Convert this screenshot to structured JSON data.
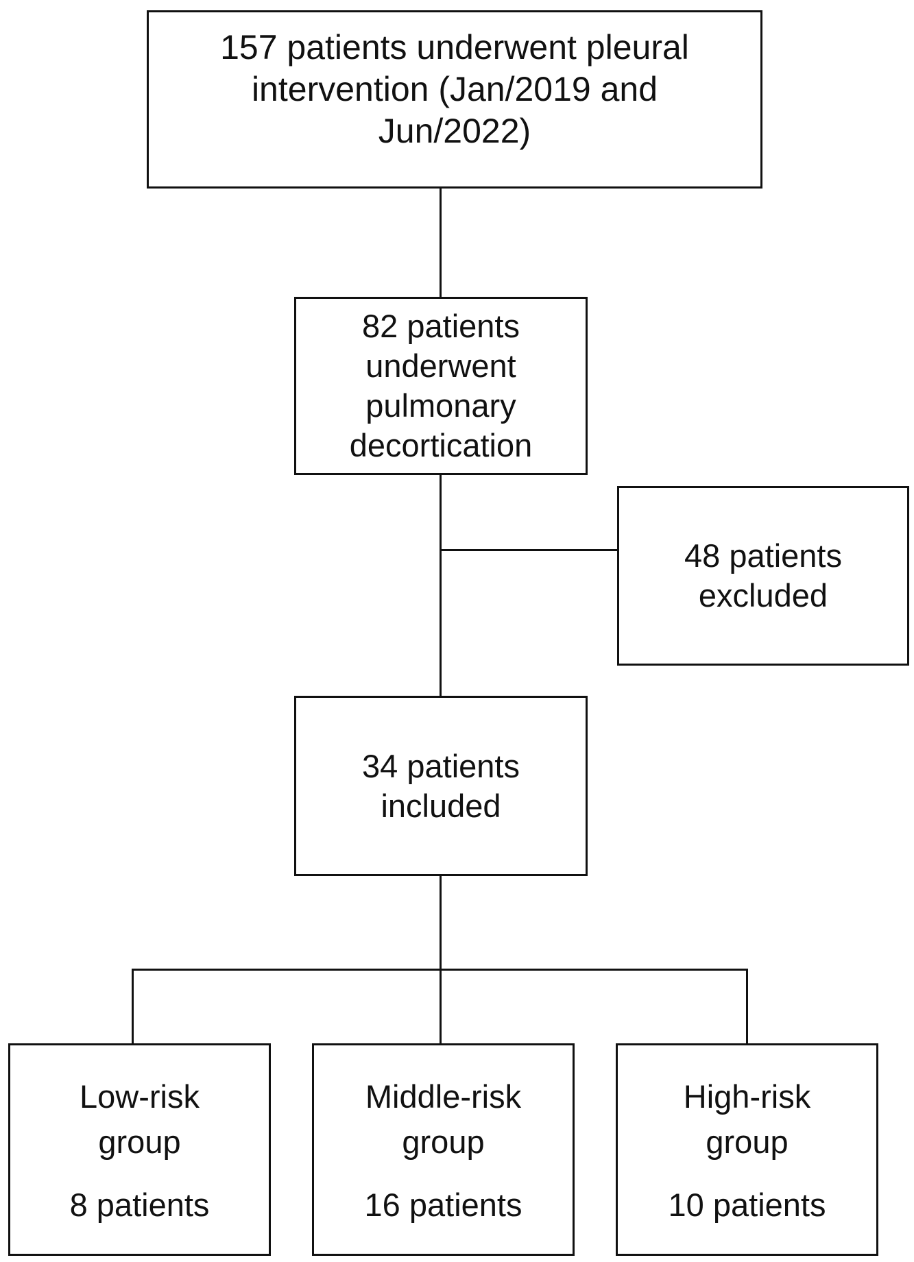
{
  "flowchart": {
    "total": {
      "lines": [
        "157 patients underwent pleural",
        "intervention (Jan/2019 and",
        "Jun/2022)"
      ]
    },
    "decortication": {
      "lines": [
        "82 patients",
        "underwent",
        "pulmonary",
        "decortication"
      ]
    },
    "excluded": {
      "lines": [
        "48 patients",
        "excluded"
      ]
    },
    "included": {
      "lines": [
        "34 patients",
        "included"
      ]
    },
    "groups": [
      {
        "label_lines": [
          "Low-risk",
          "group"
        ],
        "count": "8 patients"
      },
      {
        "label_lines": [
          "Middle-risk",
          "group"
        ],
        "count": "16 patients"
      },
      {
        "label_lines": [
          "High-risk",
          "group"
        ],
        "count": "10 patients"
      }
    ]
  }
}
